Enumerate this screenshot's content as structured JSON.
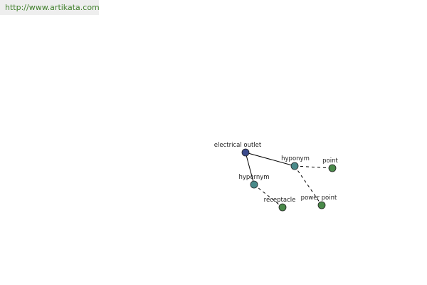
{
  "header": {
    "site_link": "http://www.artikata.com"
  },
  "colors": {
    "link": "#3f7f2a",
    "header_bg": "#eeeeee",
    "root_node": "#3b4a8c",
    "relation_node": "#4a8a8a",
    "term_node": "#4a8a4a",
    "edge": "#000000",
    "label": "#222222"
  },
  "graph": {
    "nodes": [
      {
        "id": "root",
        "label": "electrical outlet",
        "kind": "root"
      },
      {
        "id": "hyponym",
        "label": "hyponym",
        "kind": "relation"
      },
      {
        "id": "hypernym",
        "label": "hypernym",
        "kind": "relation"
      },
      {
        "id": "point",
        "label": "point",
        "kind": "term"
      },
      {
        "id": "power_point",
        "label": "power point",
        "kind": "term"
      },
      {
        "id": "receptacle",
        "label": "receptacle",
        "kind": "term"
      }
    ],
    "edges": [
      {
        "from": "root",
        "to": "hyponym",
        "style": "solid"
      },
      {
        "from": "root",
        "to": "hypernym",
        "style": "solid"
      },
      {
        "from": "hyponym",
        "to": "point",
        "style": "dashed"
      },
      {
        "from": "hyponym",
        "to": "power_point",
        "style": "dashed"
      },
      {
        "from": "hypernym",
        "to": "receptacle",
        "style": "dashed"
      }
    ]
  }
}
